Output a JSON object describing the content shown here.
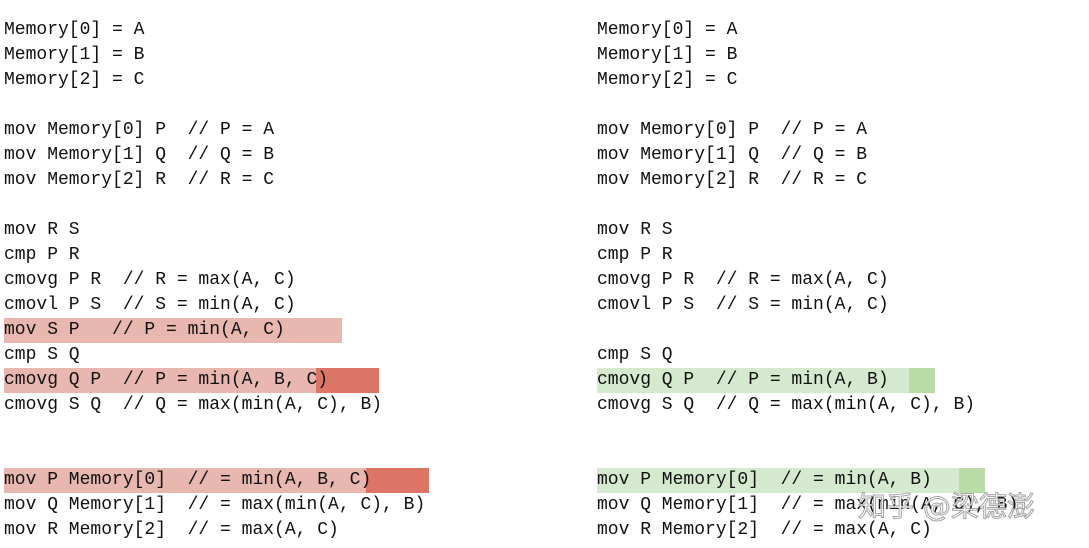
{
  "left": {
    "lines": [
      "Memory[0] = A",
      "Memory[1] = B",
      "Memory[2] = C",
      "",
      "mov Memory[0] P  // P = A",
      "mov Memory[1] Q  // Q = B",
      "mov Memory[2] R  // R = C",
      "",
      "mov R S",
      "cmp P R",
      "cmovg P R  // R = max(A, C)",
      "cmovl P S  // S = min(A, C)",
      "mov S P   // P = min(A, C)",
      "cmp S Q",
      "cmovg Q P  // P = min(A, B, C)",
      "cmovg S Q  // Q = max(min(A, C), B)",
      "",
      "",
      "mov P Memory[0]  // = min(A, B, C)",
      "mov Q Memory[1]  // = max(min(A, C), B)",
      "mov R Memory[2]  // = max(A, C)"
    ]
  },
  "right": {
    "lines": [
      "Memory[0] = A",
      "Memory[1] = B",
      "Memory[2] = C",
      "",
      "mov Memory[0] P  // P = A",
      "mov Memory[1] Q  // Q = B",
      "mov Memory[2] R  // R = C",
      "",
      "mov R S",
      "cmp P R",
      "cmovg P R  // R = max(A, C)",
      "cmovl P S  // S = min(A, C)",
      "",
      "cmp S Q",
      "cmovg Q P  // P = min(A, B)",
      "cmovg S Q  // Q = max(min(A, C), B)",
      "",
      "",
      "mov P Memory[0]  // = min(A, B)",
      "mov Q Memory[1]  // = max(min(A, C), B)",
      "mov R Memory[2]  // = max(A, C)"
    ]
  },
  "highlight_colors": {
    "light_red": "#e8b7af",
    "dark_red": "#dd7566",
    "light_green": "#d5e9cf",
    "green": "#b9dca9"
  },
  "watermark": "知乎 @梁德澎"
}
